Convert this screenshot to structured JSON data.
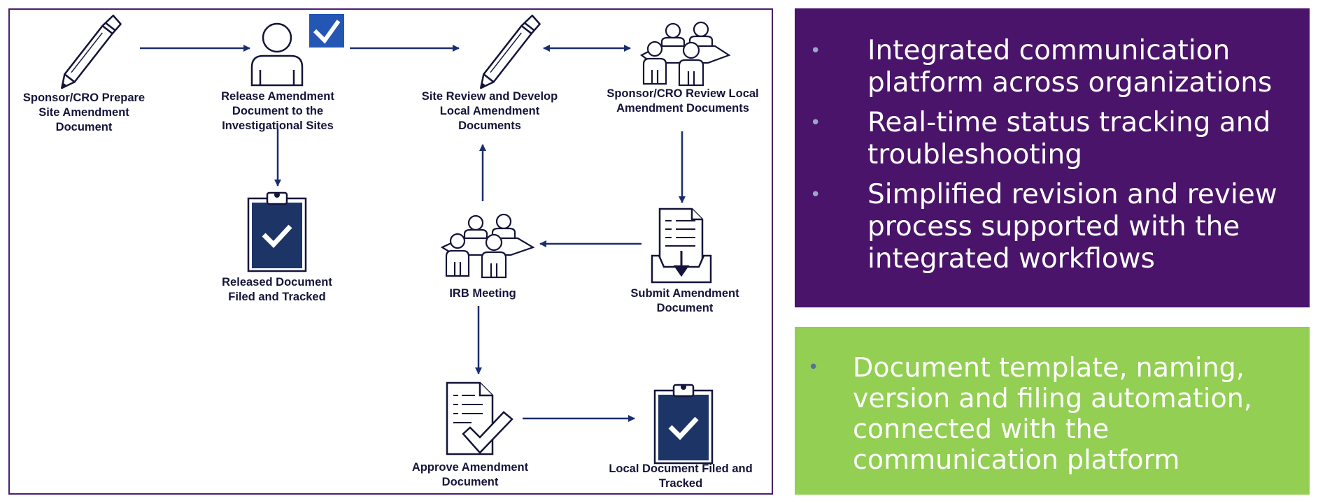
{
  "diagram": {
    "nodes": {
      "prepare": {
        "label": "Sponsor/CRO Prepare Site Amendment Document",
        "icon": "pencil-icon"
      },
      "release": {
        "label": "Release Amendment Document to the Investigational Sites",
        "icon": "person-check-icon"
      },
      "site_review": {
        "label": "Site Review and Develop Local Amendment Documents",
        "icon": "pencil-icon"
      },
      "sponsor_review": {
        "label": "Sponsor/CRO Review Local Amendment Documents",
        "icon": "people-group-icon"
      },
      "released_filed": {
        "label": "Released Document Filed and Tracked",
        "icon": "clipboard-check-icon"
      },
      "irb": {
        "label": "IRB Meeting",
        "icon": "people-group-icon"
      },
      "submit": {
        "label": "Submit Amendment Document",
        "icon": "document-tray-icon"
      },
      "approve": {
        "label": "Approve Amendment Document",
        "icon": "document-check-icon"
      },
      "local_filed": {
        "label": "Local Document Filed and Tracked",
        "icon": "clipboard-check-icon"
      }
    },
    "edges": [
      {
        "from": "prepare",
        "to": "release"
      },
      {
        "from": "release",
        "to": "site_review"
      },
      {
        "from": "site_review",
        "to": "sponsor_review",
        "bidirectional": true
      },
      {
        "from": "release",
        "to": "released_filed"
      },
      {
        "from": "sponsor_review",
        "to": "submit"
      },
      {
        "from": "submit",
        "to": "irb"
      },
      {
        "from": "irb",
        "to": "site_review"
      },
      {
        "from": "irb",
        "to": "approve"
      },
      {
        "from": "approve",
        "to": "local_filed"
      }
    ]
  },
  "purple_box": {
    "bullets": [
      "Integrated communication platform across organizations",
      "Real-time status tracking and troubleshooting",
      "Simplified revision and review process supported with the integrated workflows"
    ]
  },
  "green_box": {
    "bullets": [
      "Document template, naming, version and filing automation, connected with the communication platform"
    ]
  },
  "colors": {
    "purple_box": "#4a146a",
    "green_box": "#92cf52",
    "diagram_ink": "#14143a",
    "arrow": "#1a2e6e",
    "navy_fill": "#1c3566",
    "check_badge": "#2456b4"
  }
}
